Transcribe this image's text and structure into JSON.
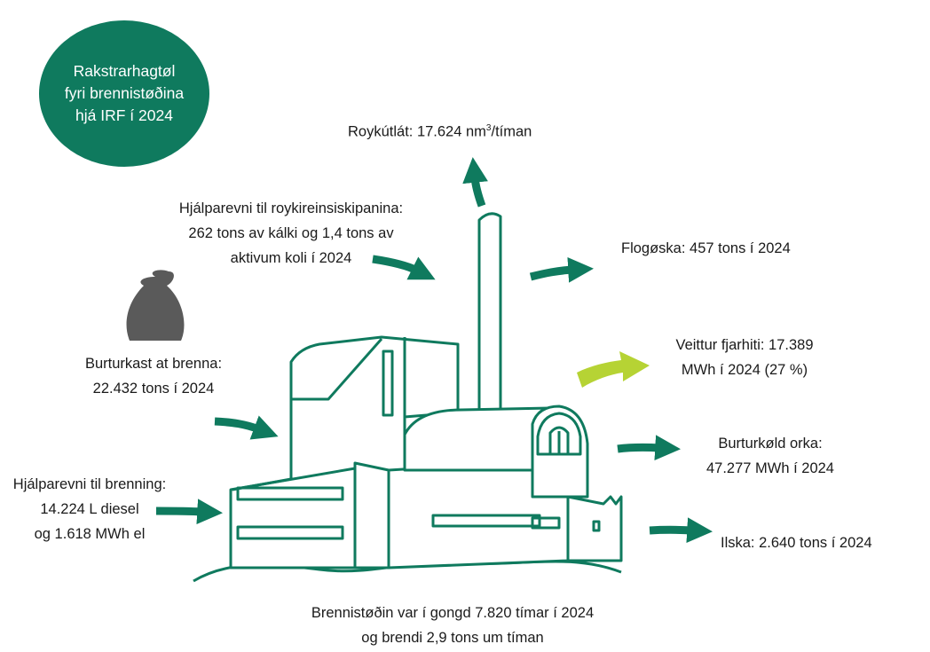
{
  "badge": {
    "lines": [
      "Rakstrarhagtøl",
      "fyri brennistøðina",
      "hjá IRF í 2024"
    ]
  },
  "labels": {
    "smoke_emission": {
      "prefix": "Roykútlát: 17.624 nm",
      "sup": "3",
      "suffix": "/tíman"
    },
    "flue_aux": {
      "lines": [
        "Hjálparevni til roykireinsiskipanina:",
        "262 tons av kálki og 1,4 tons av",
        "aktivum koli í 2024"
      ]
    },
    "fly_ash": {
      "text": "Flogøska: 457 tons í 2024"
    },
    "waste": {
      "lines": [
        "Burturkast at brenna:",
        "22.432 tons í 2024"
      ]
    },
    "district_heat": {
      "lines": [
        "Veittur fjarhiti: 17.389",
        "MWh í 2024 (27 %)"
      ]
    },
    "cooled_energy": {
      "lines": [
        "Burturkøld orka:",
        "47.277 MWh í 2024"
      ]
    },
    "burn_aux": {
      "lines": [
        "Hjálparevni til brenning:",
        "14.224 L diesel",
        "og 1.618 MWh el"
      ]
    },
    "slag": {
      "text": "Ilska: 2.640 tons í 2024"
    },
    "operation": {
      "lines": [
        "Brennistøðin var í gongd 7.820 tímar í 2024",
        "og brendi 2,9 tons um tíman"
      ]
    }
  },
  "colors": {
    "brand_green": "#0f7a5e",
    "highlight_green": "#b6d334",
    "bag_grey": "#5a5a5a"
  },
  "icons": [
    "waste-bag-icon",
    "incineration-plant-icon"
  ]
}
